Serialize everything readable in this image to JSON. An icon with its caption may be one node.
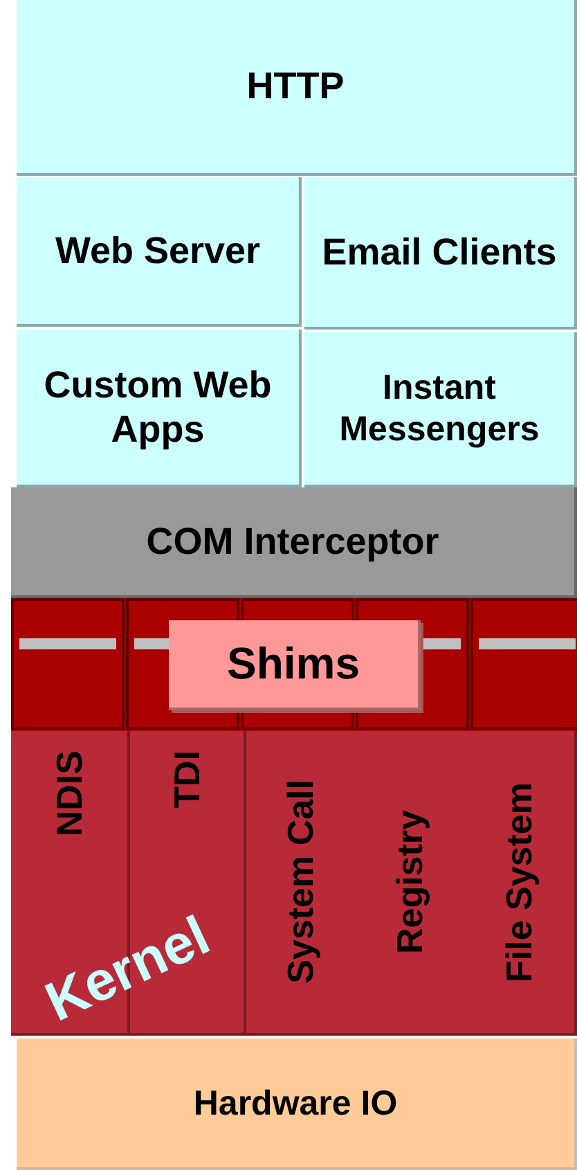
{
  "diagram": {
    "nodes": [
      {
        "text": [
          "HTTP"
        ]
      },
      {
        "text": [
          "Web Server"
        ]
      },
      {
        "text": [
          "Email Clients"
        ]
      },
      {
        "text": [
          "Custom Web Apps"
        ]
      },
      {
        "text": [
          "Instant Messengers"
        ]
      },
      {
        "text": [
          "COM Interceptor"
        ]
      },
      {
        "text": [
          "Shims"
        ]
      },
      {
        "text": [],
        "shape": "box"
      },
      {
        "text": [
          "NDIS"
        ],
        "in": 7
      },
      {
        "text": [
          "TDI"
        ],
        "in": 7
      },
      {
        "text": [
          "System Call",
          "Registry",
          "File System"
        ],
        "in": 7
      },
      {
        "text": [
          "Hardware IO"
        ]
      }
    ],
    "labels": [
      "Kernel"
    ]
  }
}
